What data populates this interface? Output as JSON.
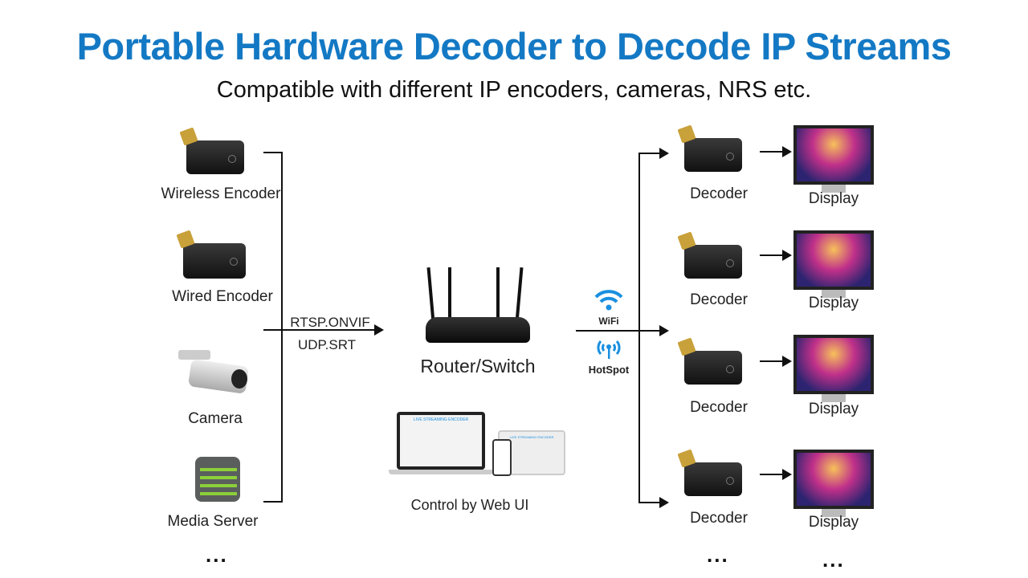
{
  "title": "Portable Hardware Decoder to Decode IP Streams",
  "subtitle": "Compatible with different IP encoders, cameras, NRS etc.",
  "sources": [
    "Wireless Encoder",
    "Wired Encoder",
    "Camera",
    "Media Server"
  ],
  "more": "...",
  "protocols": [
    "RTSP.ONVIF",
    "UDP.SRT"
  ],
  "router_label": "Router/Switch",
  "web_ui_label": "Control by Web UI",
  "web_ui_screen_title": "LIVE STREAMING ENCODER",
  "wifi_label": "WiFi",
  "hotspot_label": "HotSpot",
  "decoder_label": "Decoder",
  "display_label": "Display",
  "colors": {
    "accent": "#1479c4",
    "wifi": "#1a8fe0"
  }
}
